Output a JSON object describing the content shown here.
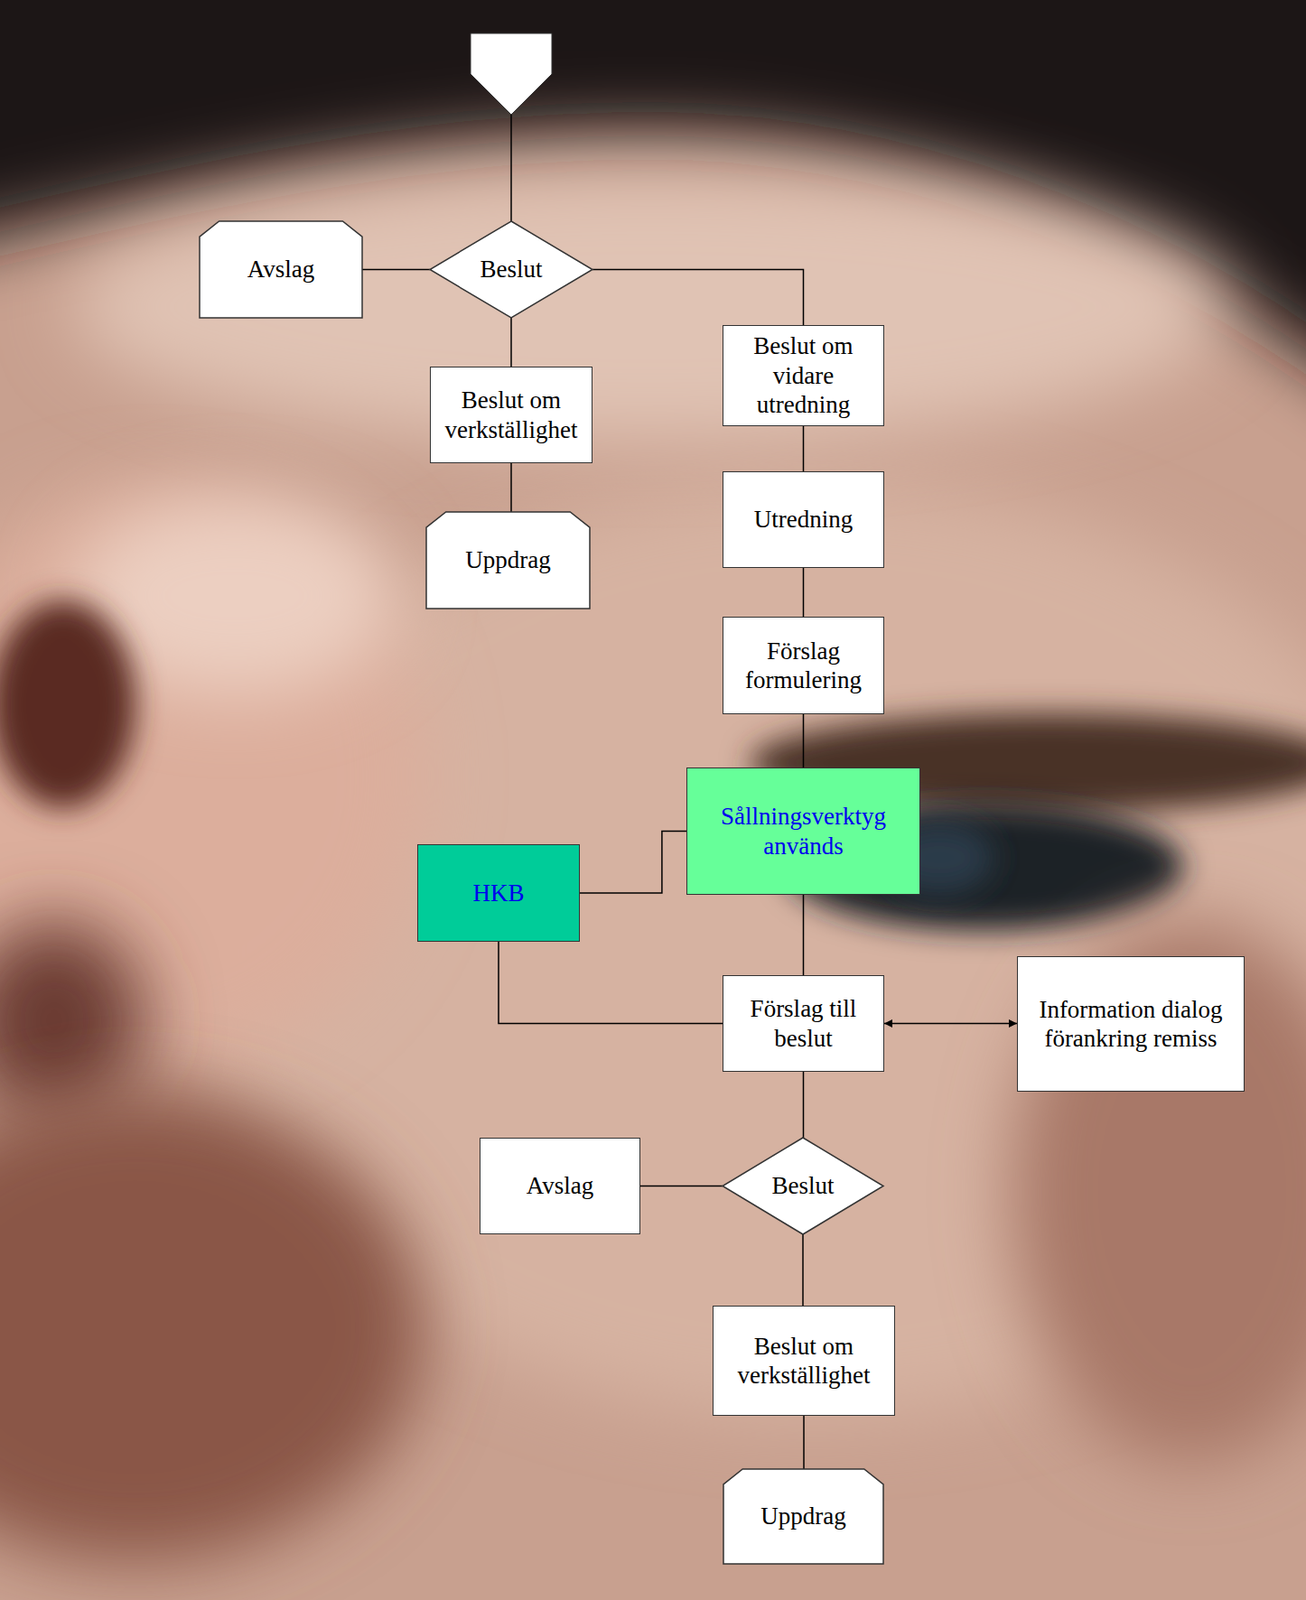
{
  "diagram": {
    "nodes": [
      {
        "text": [
          "Avslag"
        ]
      },
      {
        "text": [
          "Beslut"
        ]
      },
      {
        "text": [
          "Beslut om vidare utredning"
        ]
      },
      {
        "text": [
          "Beslut om verkställighet"
        ]
      },
      {
        "text": [
          "Uppdrag"
        ]
      },
      {
        "text": [
          "Utredning"
        ]
      },
      {
        "text": [
          "Förslag formulering"
        ]
      },
      {
        "text": [
          "Sållningsverktyg används"
        ]
      },
      {
        "text": [
          "HKB"
        ]
      },
      {
        "text": [
          "Förslag till beslut"
        ]
      },
      {
        "text": [
          "Information dialog förankring remiss"
        ]
      },
      {
        "text": [
          "Avslag"
        ]
      },
      {
        "text": [
          "Beslut"
        ]
      },
      {
        "text": [
          "Beslut om verkställighet"
        ]
      },
      {
        "text": [
          "Uppdrag"
        ]
      }
    ],
    "edges": [
      {
        "from": 1,
        "to": 0,
        "arrow": "none"
      },
      {
        "from": 1,
        "to": 2,
        "arrow": "none"
      },
      {
        "from": 1,
        "to": 3,
        "arrow": "none"
      },
      {
        "from": 3,
        "to": 4,
        "arrow": "none"
      },
      {
        "from": 2,
        "to": 5,
        "arrow": "none"
      },
      {
        "from": 5,
        "to": 6,
        "arrow": "none"
      },
      {
        "from": 6,
        "to": 7,
        "arrow": "none"
      },
      {
        "from": 8,
        "to": 7,
        "arrow": "none"
      },
      {
        "from": 7,
        "to": 9,
        "arrow": "none"
      },
      {
        "from": 8,
        "to": 9,
        "arrow": "none"
      },
      {
        "from": 9,
        "to": 10,
        "arrow": "both"
      },
      {
        "from": 9,
        "to": 12,
        "arrow": "none"
      },
      {
        "from": 12,
        "to": 11,
        "arrow": "none"
      },
      {
        "from": 12,
        "to": 13,
        "arrow": "none"
      },
      {
        "from": 13,
        "to": 14,
        "arrow": "none"
      }
    ]
  }
}
